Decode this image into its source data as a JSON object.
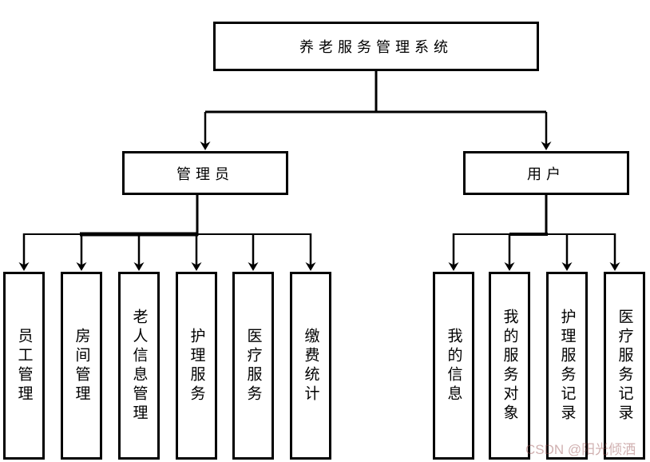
{
  "nodes": {
    "root": "养老服务管理系统",
    "admin": "管理员",
    "user": "用户"
  },
  "admin_children": [
    "员工管理",
    "房间管理",
    "老人信息管理",
    "护理服务",
    "医疗服务",
    "缴费统计"
  ],
  "user_children": [
    "我的信息",
    "我的服务对象",
    "护理服务记录",
    "医疗服务记录"
  ],
  "watermark": "CSDN @阳光倾洒",
  "colors": {
    "line": "#000000",
    "box_border": "#000000",
    "background": "#ffffff",
    "watermark": "#d6a0a0"
  }
}
